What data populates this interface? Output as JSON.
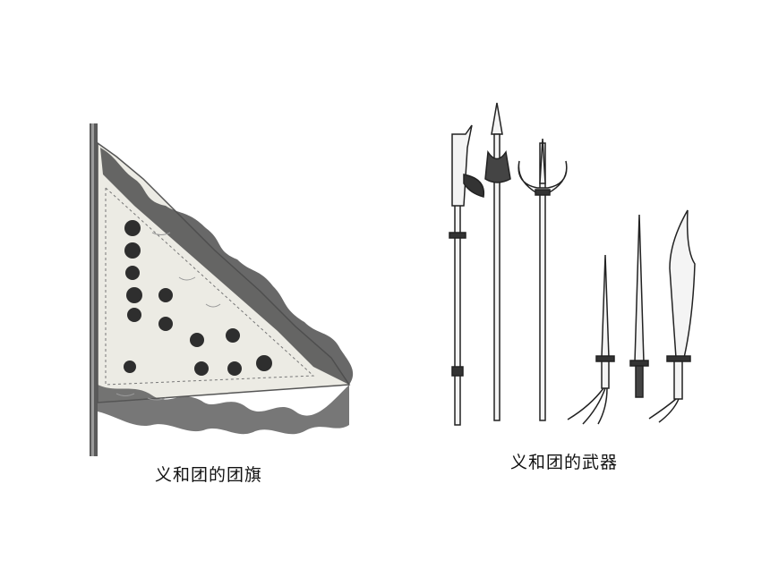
{
  "figures": {
    "flag": {
      "caption": "义和团的团旗",
      "icon": "triangular-banner-illustration"
    },
    "weapons": {
      "caption": "义和团的武器",
      "icon": "weapons-illustration",
      "items": [
        "halberd",
        "spear",
        "trident",
        "dagger",
        "short-spear",
        "broadsword"
      ]
    }
  },
  "colors": {
    "ink": "#222222",
    "flag_fill": "#e9e9e2",
    "flag_torn": "#4a4a4a",
    "background": "#ffffff"
  }
}
